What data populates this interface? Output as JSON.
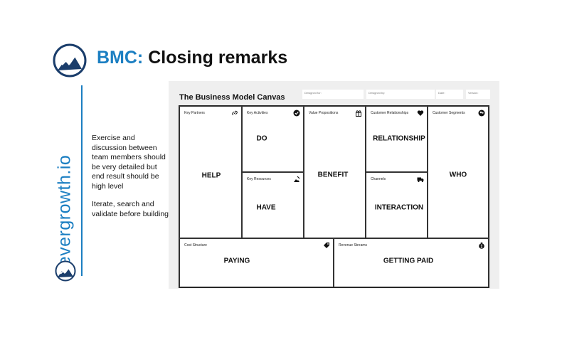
{
  "header": {
    "title_prefix": "BMC:",
    "title_rest": " Closing remarks"
  },
  "brand": {
    "name": "evergrowth.io"
  },
  "notes": [
    "Exercise and discussion between team members should be very detailed but end result should be high level",
    "Iterate, search and validate before building"
  ],
  "canvas": {
    "title": "The Business Model Canvas",
    "meta": {
      "designed_for": "Designed for:",
      "designed_by": "Designed by:",
      "date": "Date:",
      "version": "Version:"
    },
    "blocks": {
      "key_partners": {
        "label": "Key Partners",
        "word": "HELP",
        "icon": "link-icon"
      },
      "key_activities": {
        "label": "Key Activities",
        "word": "DO",
        "icon": "check-icon"
      },
      "key_resources": {
        "label": "Key Resources",
        "word": "HAVE",
        "icon": "resources-icon"
      },
      "value_propositions": {
        "label": "Value Propositions",
        "word": "BENEFIT",
        "icon": "gift-icon"
      },
      "customer_relationships": {
        "label": "Customer Relationships",
        "word": "RELATIONSHIP",
        "icon": "heart-icon"
      },
      "channels": {
        "label": "Channels",
        "word": "INTERACTION",
        "icon": "truck-icon"
      },
      "customer_segments": {
        "label": "Customer Segments",
        "word": "WHO",
        "icon": "users-icon"
      },
      "cost_structure": {
        "label": "Cost Structure",
        "word": "PAYING",
        "icon": "tag-icon"
      },
      "revenue_streams": {
        "label": "Revenue Streams",
        "word": "GETTING PAID",
        "icon": "money-bag-icon"
      }
    }
  }
}
